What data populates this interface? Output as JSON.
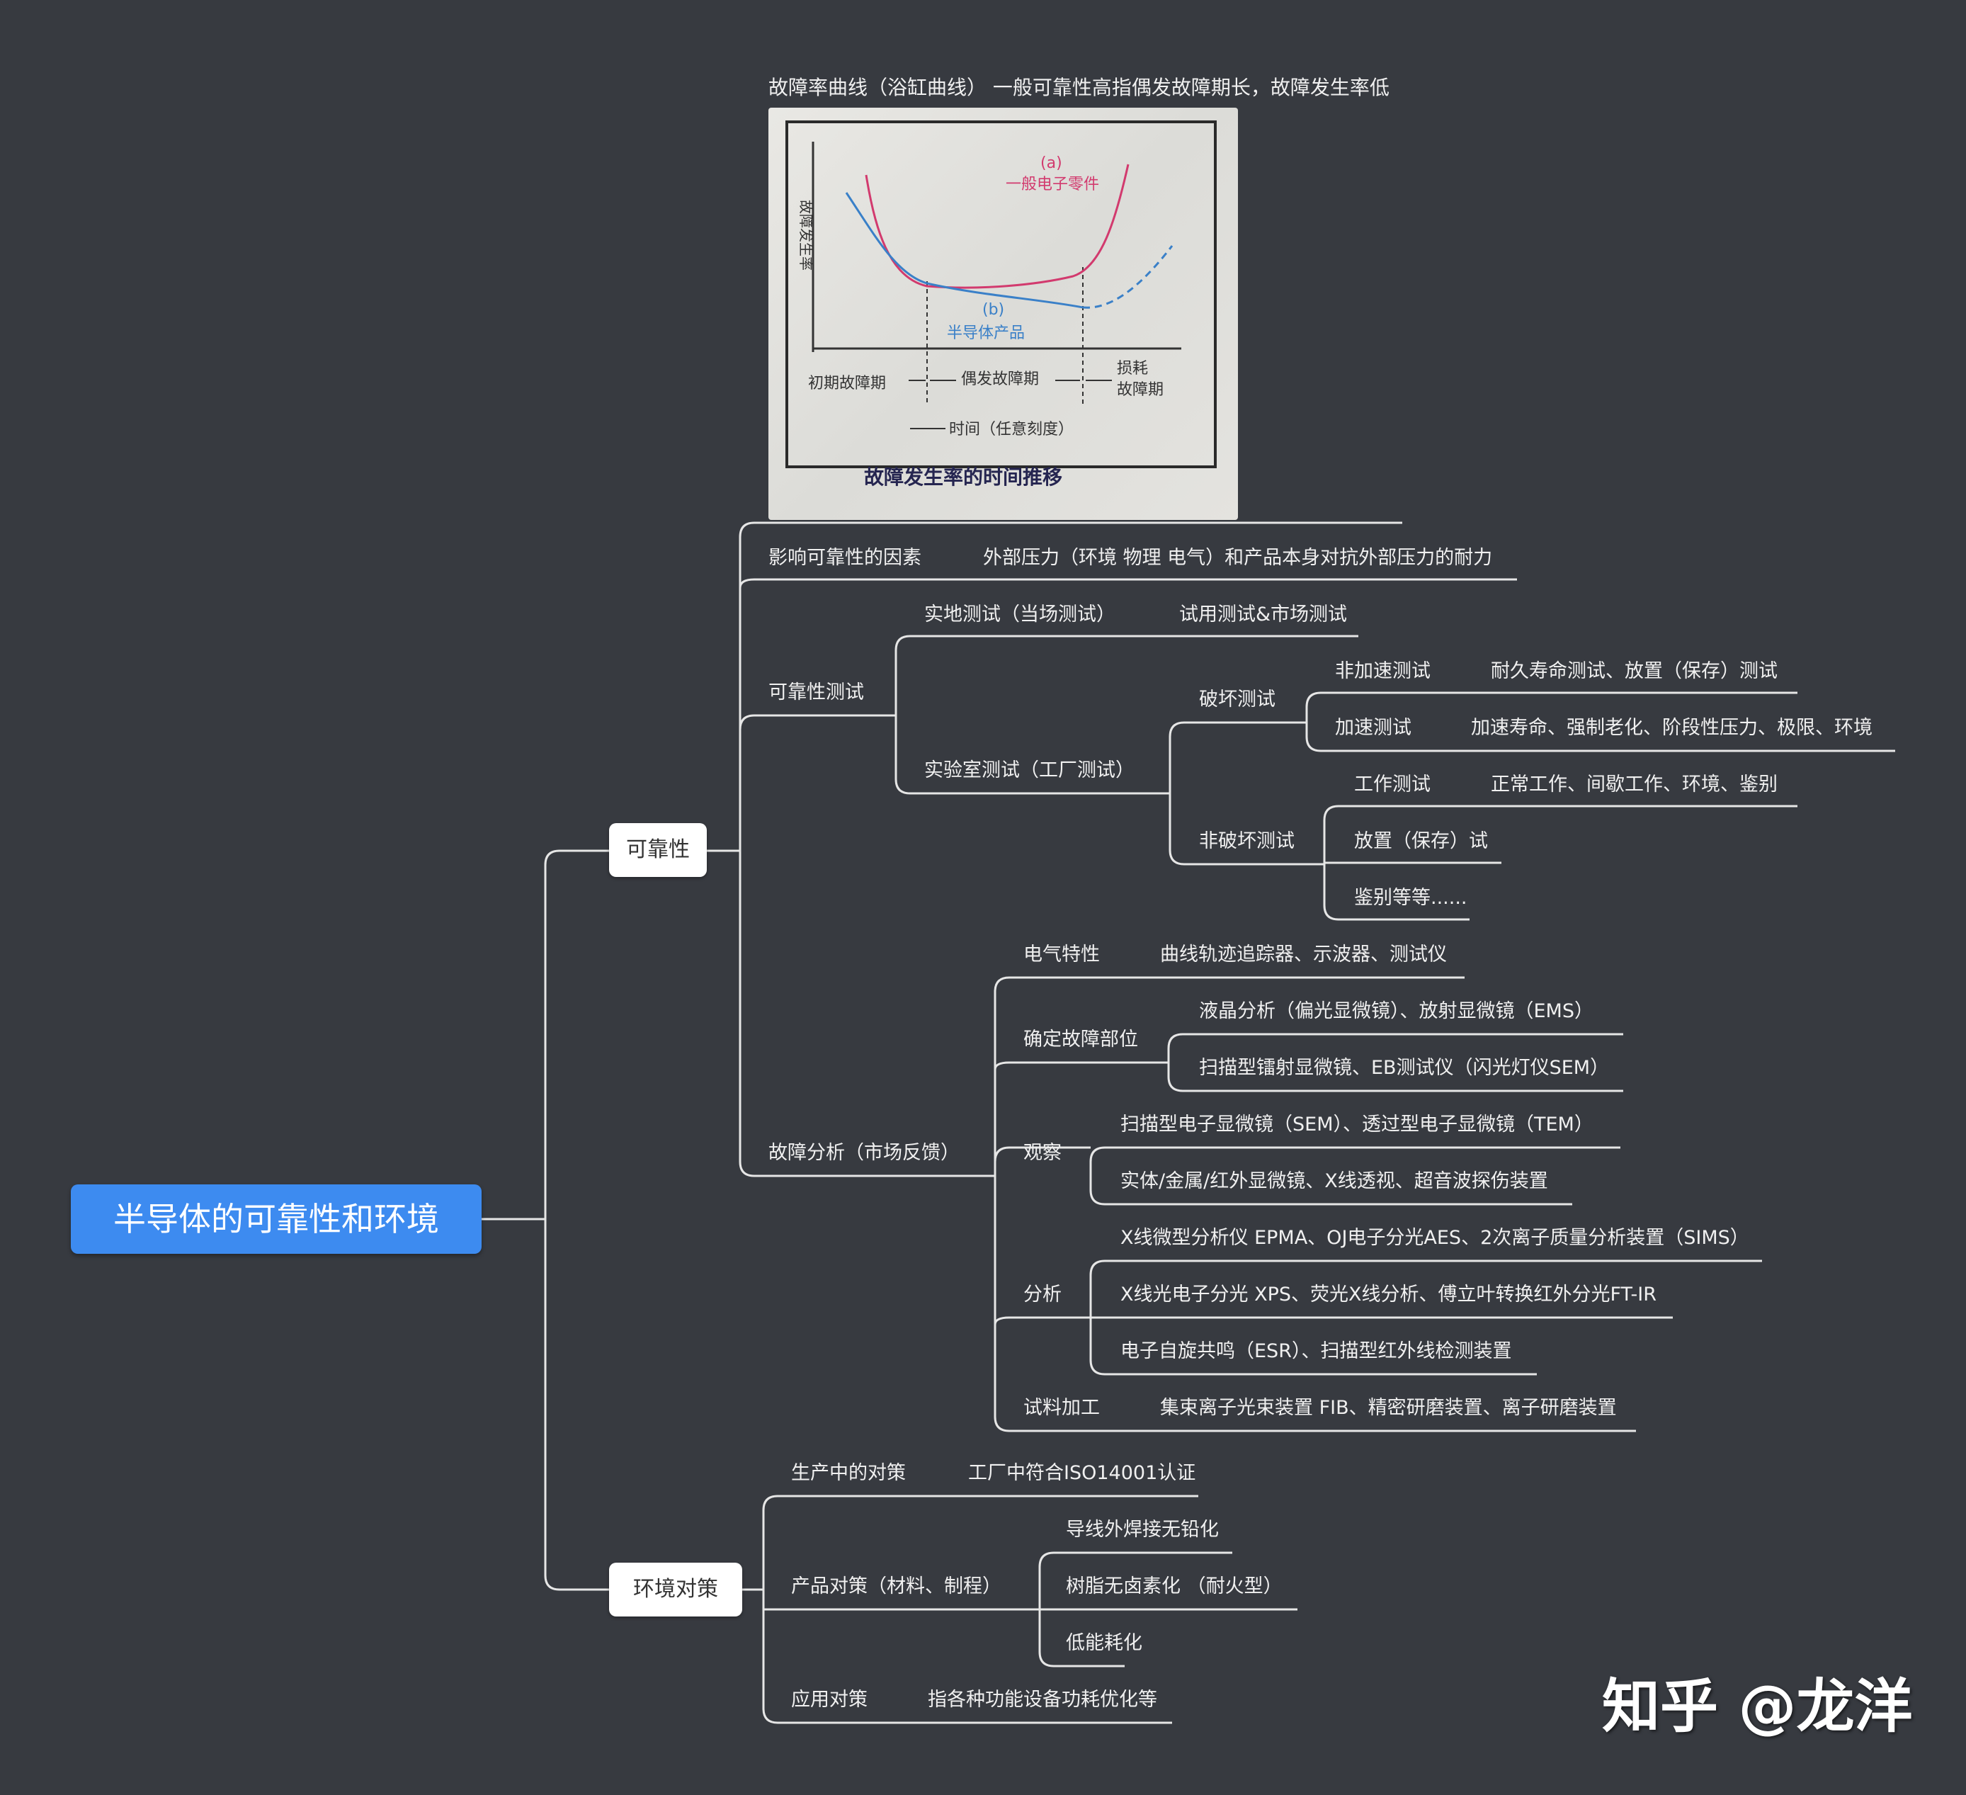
{
  "root": "半导体的可靠性和环境",
  "reliability": {
    "label": "可靠性",
    "curve_note": "故障率曲线（浴缸曲线） 一般可靠性高指偶发故障期长，故障发生率低",
    "image": {
      "label_a": "(a)",
      "label_a_name": "一般电子零件",
      "label_b": "(b)",
      "label_b_name": "半导体产品",
      "y_axis": "故障发生率",
      "phase_initial": "初期故障期",
      "phase_random": "偶发故障期",
      "phase_wear_1": "损耗",
      "phase_wear_2": "故障期",
      "x_axis": "时间（任意刻度）",
      "caption": "故障发生率的时间推移"
    },
    "factors": "影响可靠性的因素",
    "factors_desc": "外部压力（环境 物理 电气）和产品本身对抗外部压力的耐力",
    "test": "可靠性测试",
    "field_test": "实地测试（当场测试）",
    "field_test_desc": "试用测试&市场测试",
    "lab_test": "实验室测试（工厂测试）",
    "destructive": "破坏测试",
    "non_accel": "非加速测试",
    "non_accel_desc": "耐久寿命测试、放置（保存）测试",
    "accel": "加速测试",
    "accel_desc": "加速寿命、强制老化、阶段性压力、极限、环境",
    "non_destructive": "非破坏测试",
    "work_test": "工作测试",
    "work_test_desc": "正常工作、间歇工作、环境、鉴别",
    "storage_test": "放置（保存）试",
    "identify": "鉴别等等......",
    "failure": "故障分析（市场反馈）",
    "electrical": "电气特性",
    "electrical_desc": "曲线轨迹追踪器、示波器、测试仪",
    "locate": "确定故障部位",
    "locate_1": "液晶分析（偏光显微镜）、放射显微镜（EMS）",
    "locate_2": "扫描型镭射显微镜、EB测试仪（闪光灯仪SEM）",
    "observe": "观察",
    "observe_1": "扫描型电子显微镜（SEM）、透过型电子显微镜（TEM）",
    "observe_2": "实体/金属/红外显微镜、X线透视、超音波探伤装置",
    "analysis": "分析",
    "analysis_1": "X线微型分析仪 EPMA、OJ电子分光AES、2次离子质量分析装置（SIMS）",
    "analysis_2": "X线光电子分光 XPS、荧光X线分析、傅立叶转换红外分光FT-IR",
    "analysis_3": "电子自旋共鸣（ESR）、扫描型红外线检测装置",
    "sample": "试料加工",
    "sample_desc": "集束离子光束装置 FIB、精密研磨装置、离子研磨装置"
  },
  "environment": {
    "label": "环境对策",
    "production": "生产中的对策",
    "production_desc": "工厂中符合ISO14001认证",
    "product": "产品对策（材料、制程）",
    "product_1": "导线外焊接无铅化",
    "product_2": "树脂无卤素化 （耐火型）",
    "product_3": "低能耗化",
    "application": "应用对策",
    "application_desc": "指各种功能设备功耗优化等"
  },
  "watermark": "知乎 @龙洋",
  "colors": {
    "background": "#373a40",
    "root": "#3d8bf0",
    "line": "#e6e6e6",
    "curve_a": "#d23a6e",
    "curve_b": "#3a80c8"
  }
}
